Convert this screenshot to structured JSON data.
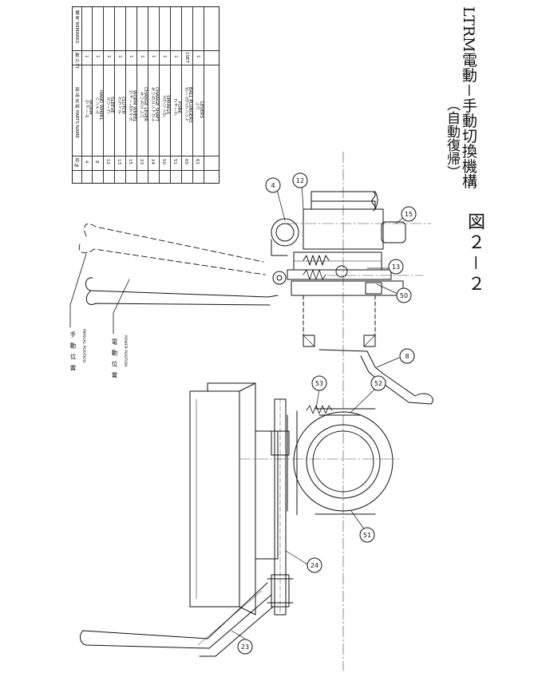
{
  "figure": {
    "number": "図２－２",
    "title": "LTRM電動－手動切換機構",
    "subtitle": "（自動復帰）"
  },
  "parts_table": {
    "headers": {
      "no": "符\n№",
      "parts_name": "部 品 名 称\nPARTS NAME",
      "qty": "数\nQ.TY",
      "remarks": "備 考\nREMARKS"
    },
    "rows": [
      {
        "no": "4",
        "name_jp": "ウォーム",
        "name_en": "WORM",
        "qty": "1",
        "remarks": ""
      },
      {
        "no": "8",
        "name_jp": "ハンドル",
        "name_en": "HAND WHEEL",
        "qty": "1",
        "remarks": ""
      },
      {
        "no": "12",
        "name_jp": "スリーブ",
        "name_en": "SLEEVE",
        "qty": "1",
        "remarks": ""
      },
      {
        "no": "13",
        "name_jp": "クラッチ",
        "name_en": "CLUTCH",
        "qty": "1",
        "remarks": ""
      },
      {
        "no": "15",
        "name_jp": "ウォームホイル",
        "name_en": "WORM WHEEL",
        "qty": "1",
        "remarks": ""
      },
      {
        "no": "23",
        "name_jp": "キリカエレバ",
        "name_en": "CHANGE LEVER",
        "qty": "1",
        "remarks": ""
      },
      {
        "no": "24",
        "name_jp": "キリカエシャフト",
        "name_en": "CHANGE SHAFT",
        "qty": "1",
        "remarks": ""
      },
      {
        "no": "50",
        "name_jp": "スプリング",
        "name_en": "SPRINGS",
        "qty": "1",
        "remarks": ""
      },
      {
        "no": "51",
        "name_jp": "フォーク",
        "name_en": "FORK",
        "qty": "1",
        "remarks": ""
      },
      {
        "no": "60",
        "name_jp": "ボールプランジャ",
        "name_en": "BALL PLUNGERS",
        "qty": "1SET",
        "remarks": ""
      },
      {
        "no": "61",
        "name_jp": "レバ",
        "name_en": "LEVERS",
        "qty": "1",
        "remarks": ""
      }
    ]
  },
  "position_labels": {
    "manual": {
      "jp": "手 動 位 置",
      "en": "MANUAL POSITION"
    },
    "power": {
      "jp": "電 動 位 置",
      "en": "POWER POSITION"
    }
  },
  "balloons": [
    "4",
    "12",
    "15",
    "13",
    "50",
    "8",
    "53",
    "52",
    "51",
    "24",
    "23"
  ]
}
